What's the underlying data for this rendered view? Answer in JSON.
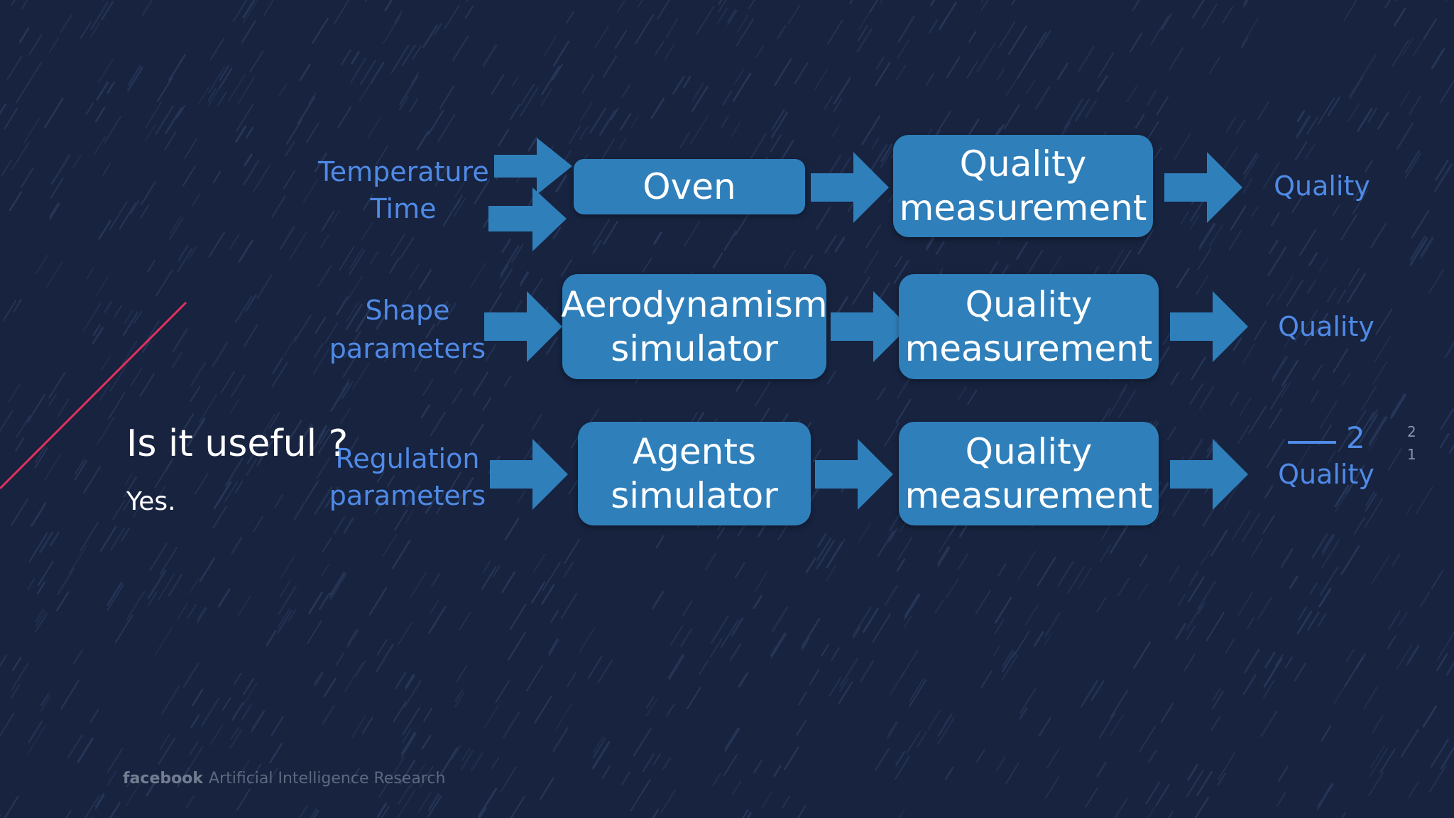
{
  "heading": "Is it useful ?",
  "answer": "Yes.",
  "footer": {
    "brand": "facebook",
    "subtitle": "Artificial Intelligence Research"
  },
  "rows": [
    {
      "inputs": [
        "Temperature",
        "Time"
      ],
      "stage1": [
        "Oven"
      ],
      "stage2": [
        "Quality",
        "measurement"
      ],
      "output": "Quality"
    },
    {
      "inputs": [
        "Shape",
        "parameters"
      ],
      "stage1": [
        "Aerodynamism",
        "simulator"
      ],
      "stage2": [
        "Quality",
        "measurement"
      ],
      "output": "Quality"
    },
    {
      "inputs": [
        "Regulation",
        "parameters"
      ],
      "stage1": [
        "Agents",
        "simulator"
      ],
      "stage2": [
        "Quality",
        "measurement"
      ],
      "output": "Quality"
    }
  ],
  "overlay": {
    "number": "2",
    "small_top": "2",
    "small_bottom": "1"
  },
  "colors": {
    "background": "#17233f",
    "box": "#2f7fba",
    "label": "#4f8ae6",
    "accent_line": "#e0315f"
  }
}
